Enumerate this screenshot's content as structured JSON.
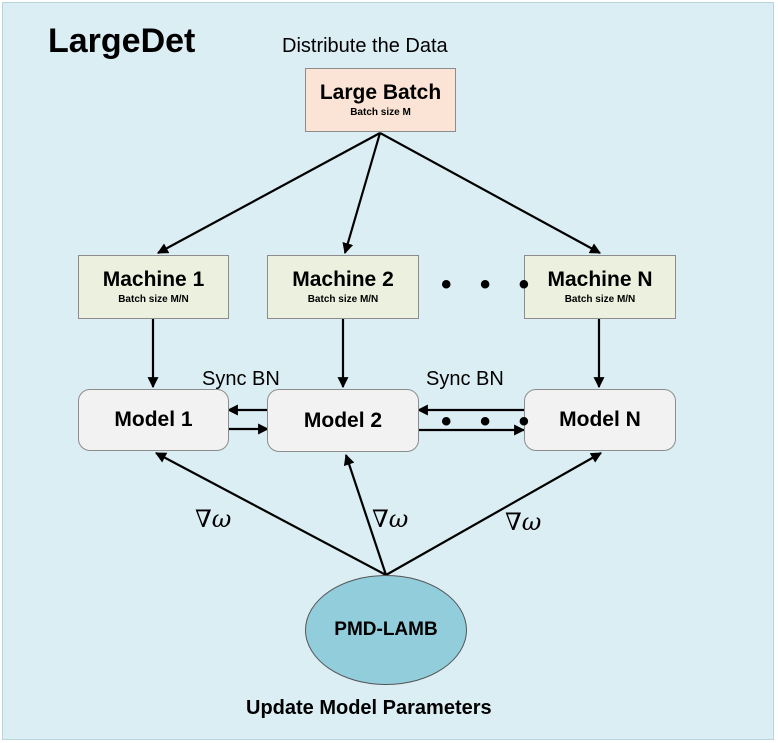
{
  "title": "LargeDet",
  "distribute_label": "Distribute the Data",
  "large_batch": {
    "label": "Large Batch",
    "sub": "Batch size M"
  },
  "machines": [
    {
      "label": "Machine 1",
      "sub": "Batch size M/N"
    },
    {
      "label": "Machine 2",
      "sub": "Batch size M/N"
    },
    {
      "label": "Machine N",
      "sub": "Batch size M/N"
    }
  ],
  "models": [
    {
      "label": "Model 1"
    },
    {
      "label": "Model 2"
    },
    {
      "label": "Model N"
    }
  ],
  "sync_labels": [
    "Sync BN",
    "Sync BN"
  ],
  "ellipsis": "• • •",
  "gradient_label": "∇ω",
  "optimizer": {
    "label": "PMD-LAMB"
  },
  "update_label": "Update Model Parameters",
  "colors": {
    "background": "#dbeef4",
    "large_batch_fill": "#fbe4d6",
    "machine_fill": "#ebf1de",
    "model_fill": "#f2f2f2",
    "optimizer_fill": "#92cddc"
  }
}
